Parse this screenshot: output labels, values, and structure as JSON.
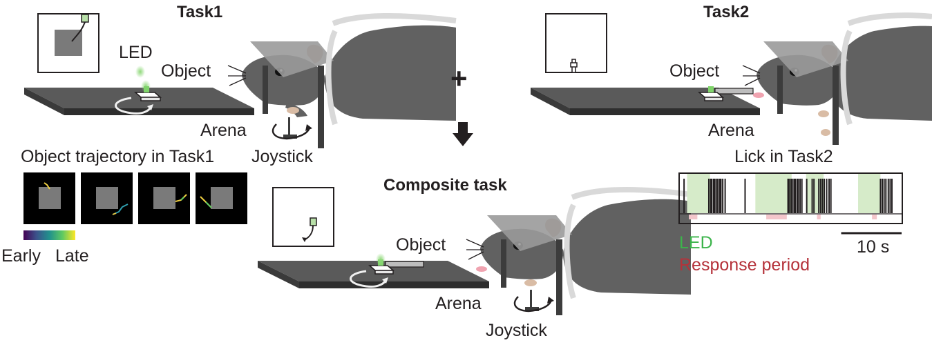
{
  "task1": {
    "title": "Task1",
    "led_label": "LED",
    "object_label": "Object",
    "arena_label": "Arena",
    "joystick_label": "Joystick"
  },
  "task2": {
    "title": "Task2",
    "object_label": "Object",
    "arena_label": "Arena"
  },
  "composite": {
    "title": "Composite task",
    "object_label": "Object",
    "arena_label": "Arena",
    "joystick_label": "Joystick"
  },
  "combine_symbol": "+",
  "trajectory": {
    "title": "Object trajectory in Task1",
    "colorbar_start": "Early",
    "colorbar_end": "Late",
    "panel_count": 4
  },
  "lick": {
    "title": "Lick in Task2",
    "scale_bar_label": "10 s",
    "legend_led": "LED",
    "legend_response": "Response period",
    "led_periods_sec": [
      [
        0.5,
        4.3
      ],
      [
        11.8,
        17.8
      ],
      [
        20.2,
        23.1
      ],
      [
        28.8,
        32.5
      ]
    ],
    "response_periods_sec": [
      [
        0.8,
        2.2
      ],
      [
        13.6,
        17.0
      ],
      [
        22.0,
        22.6
      ],
      [
        31.1,
        31.9
      ]
    ],
    "lick_times_sec": [
      0.0,
      4.1,
      4.4,
      4.6,
      4.9,
      5.1,
      5.4,
      5.6,
      5.9,
      6.1,
      6.4,
      6.8,
      10.1,
      17.2,
      17.4,
      17.7,
      17.9,
      18.2,
      18.4,
      18.7,
      18.9,
      19.2,
      19.5,
      20.3,
      21.2,
      21.5,
      22.3,
      22.6,
      22.9,
      23.2,
      23.6,
      24.0,
      24.3,
      32.5,
      32.8,
      33.1,
      33.4,
      33.8,
      34.1,
      34.4
    ],
    "time_range_sec": [
      -0.7,
      36.0
    ],
    "scale_bar_sec": 10
  },
  "colors": {
    "led_green": "#3cb44b",
    "response_red": "#b5323a",
    "led_shade": "#d6ebc9",
    "response_shade": "#f3c6cb",
    "mouse_gray": "#616161",
    "arena_gray": "#424242"
  }
}
